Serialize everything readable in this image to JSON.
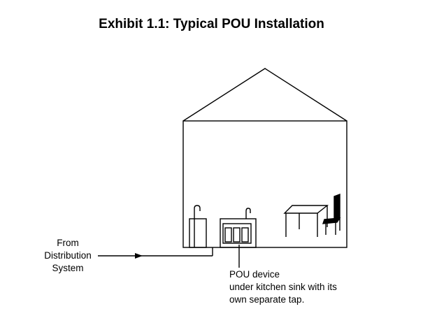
{
  "title": "Exhibit 1.1: Typical POU Installation",
  "labels": {
    "source_line1": "From",
    "source_line2": "Distribution",
    "source_line3": "System",
    "device_line1": "POU device",
    "device_line2": "under kitchen sink with its",
    "device_line3": "own separate tap."
  },
  "icons": {
    "house": "house-outline-icon",
    "supply_pipe": "water-pipe-icon",
    "arrow": "flow-arrow-icon",
    "entry_sink": "sink-cabinet-icon",
    "pou_device": "filter-cartridges-icon",
    "table": "table-icon",
    "chair": "chair-icon"
  },
  "colors": {
    "line": "#000000",
    "background": "#ffffff"
  }
}
